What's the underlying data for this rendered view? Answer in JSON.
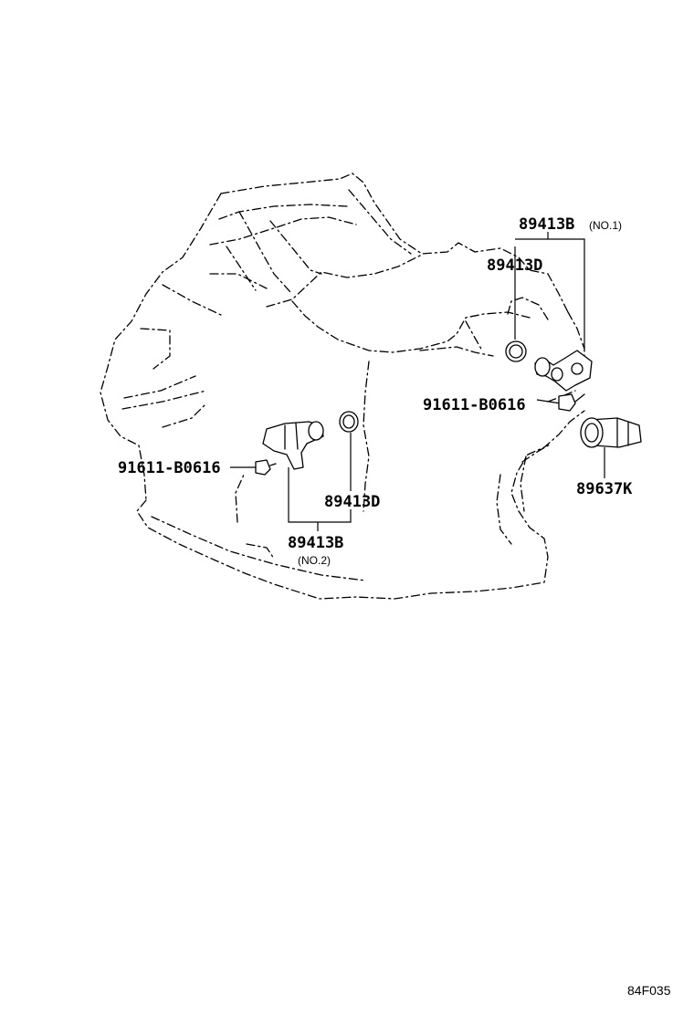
{
  "parts": {
    "sensor_no1_number": "89413B",
    "sensor_no1_note": "(NO.1)",
    "gasket_no1_number": "89413D",
    "bolt_no1_number": "91611-B0616",
    "sensor_speed_number": "89637K",
    "bolt_no2_number": "91611-B0616",
    "gasket_no2_number": "89413D",
    "sensor_no2_number": "89413B",
    "sensor_no2_note": "(NO.2)"
  },
  "figure_code": "84F035"
}
